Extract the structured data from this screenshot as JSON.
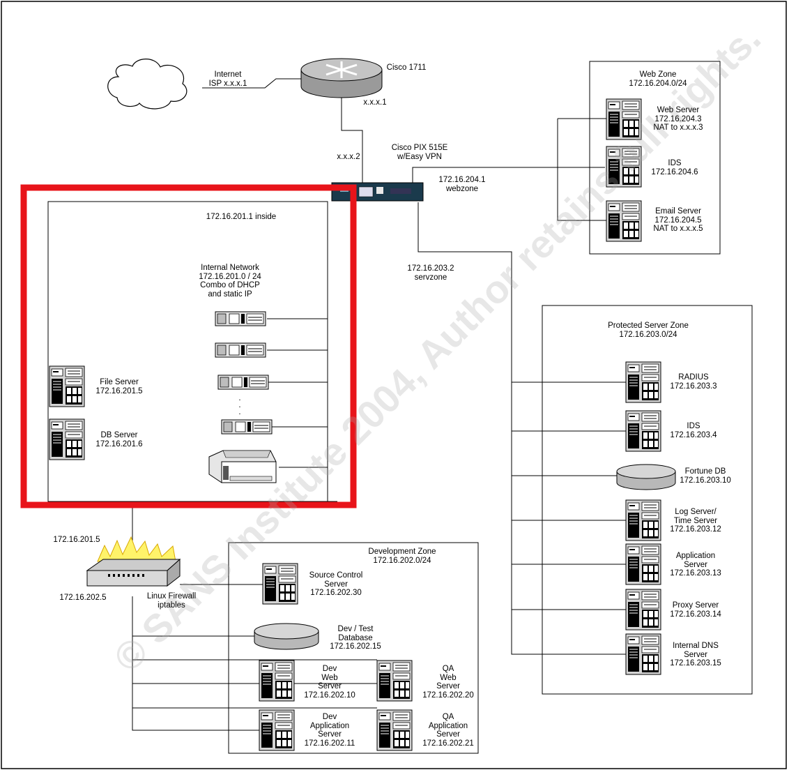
{
  "watermark": "© SANS Institute 2004, Author retains full rights.",
  "colors": {
    "highlight": "#e8141a",
    "line": "#000000",
    "device_fill": "#c8c8c8"
  },
  "labels": {
    "internet": "Internet\nISP x.x.x.1",
    "cisco1711": "Cisco 1711",
    "xxx1": "x.x.x.1",
    "xxx2": "x.x.x.2",
    "pix": "Cisco PIX 515E\nw/Easy VPN",
    "webzone_ip": "172.16.204.1\nwebzone",
    "servzone_ip": "172.16.203.2\nservzone",
    "inside_ip": "172.16.201.1 inside",
    "internal_network": "Internal Network\n172.16.201.0 / 24\nCombo of DHCP\nand static IP",
    "file_server": "File Server\n172.16.201.5",
    "db_server": "DB Server\n172.16.201.6",
    "dots": ".\n.\n.",
    "fw_top_ip": "172.16.201.5",
    "fw_bottom_ip": "172.16.202.5",
    "linux_fw": "Linux Firewall\niptables",
    "web_zone": "Web Zone\n172.16.204.0/24",
    "web_server": "Web Server\n172.16.204.3\nNAT to x.x.x.3",
    "ids_web": "IDS\n172.16.204.6",
    "email_server": "Email Server\n172.16.204.5\nNAT to x.x.x.5",
    "protected_zone": "Protected Server Zone\n172.16.203.0/24",
    "radius": "RADIUS\n172.16.203.3",
    "ids_prot": "IDS\n172.16.203.4",
    "fortune_db": "Fortune DB\n172.16.203.10",
    "log_server": "Log Server/\nTime Server\n172.16.203.12",
    "app_server": "Application\nServer\n172.16.203.13",
    "proxy_server": "Proxy Server\n172.16.203.14",
    "internal_dns": "Internal DNS\nServer\n172.16.203.15",
    "dev_zone": "Development Zone\n172.16.202.0/24",
    "source_control": "Source Control\nServer\n172.16.202.30",
    "dev_test_db": "Dev / Test\nDatabase\n172.16.202.15",
    "dev_web": "Dev\nWeb\nServer\n172.16.202.10",
    "qa_web": "QA\nWeb\nServer\n172.16.202.20",
    "dev_app": "Dev\nApplication\nServer\n172.16.202.11",
    "qa_app": "QA\nApplication\nServer\n172.16.202.21"
  }
}
